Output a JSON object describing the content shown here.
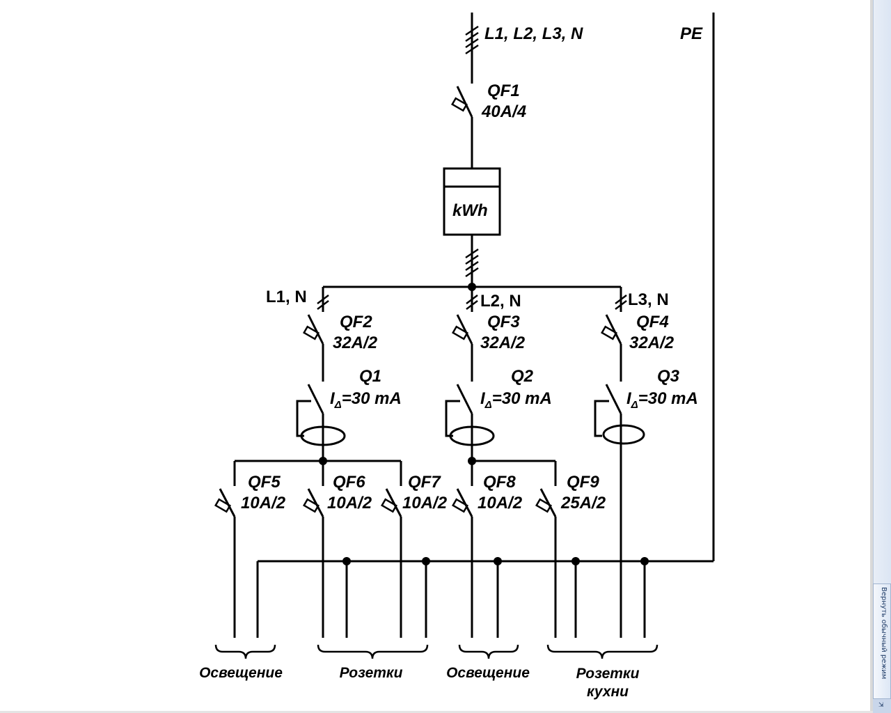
{
  "diagram": {
    "input": {
      "phases_label": "L1, L2, L3, N",
      "pe_label": "PE"
    },
    "main_breaker": {
      "name": "QF1",
      "rating": "40A/4"
    },
    "meter": {
      "label": "kWh"
    },
    "phase_groups": [
      {
        "phase_label": "L1, N",
        "breaker": {
          "name": "QF2",
          "rating": "32A/2"
        },
        "rcd": {
          "name": "Q1",
          "current_symbol": "I",
          "current_subscript": "Δ",
          "current_value": "=30 mA"
        }
      },
      {
        "phase_label": "L2, N",
        "breaker": {
          "name": "QF3",
          "rating": "32A/2"
        },
        "rcd": {
          "name": "Q2",
          "current_symbol": "I",
          "current_subscript": "Δ",
          "current_value": "=30 mA"
        }
      },
      {
        "phase_label": "L3, N",
        "breaker": {
          "name": "QF4",
          "rating": "32A/2"
        },
        "rcd": {
          "name": "Q3",
          "current_symbol": "I",
          "current_subscript": "Δ",
          "current_value": "=30 mA"
        }
      }
    ],
    "branch_breakers": [
      {
        "name": "QF5",
        "rating": "10A/2"
      },
      {
        "name": "QF6",
        "rating": "10A/2"
      },
      {
        "name": "QF7",
        "rating": "10A/2"
      },
      {
        "name": "QF8",
        "rating": "10A/2"
      },
      {
        "name": "QF9",
        "rating": "25A/2"
      }
    ],
    "load_groups": [
      {
        "line1": "Освещение",
        "line2": ""
      },
      {
        "line1": "Розетки",
        "line2": ""
      },
      {
        "line1": "Освещение",
        "line2": ""
      },
      {
        "line1": "Розетки",
        "line2": "кухни"
      }
    ]
  },
  "side_panel": {
    "return_button_label": "Вернуть обычный режим"
  }
}
